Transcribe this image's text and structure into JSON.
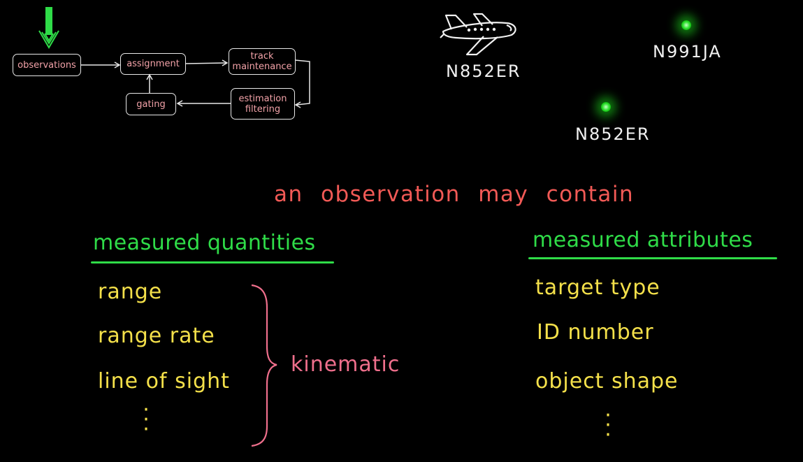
{
  "diagram": {
    "boxes": {
      "observations": "observations",
      "assignment": "assignment",
      "track_maintenance": "track\nmaintenance",
      "estimation_filtering": "estimation\nfiltering",
      "gating": "gating"
    }
  },
  "targets": {
    "aircraft_label": "N852ER",
    "dot_top_right_label": "N991JA",
    "dot_center_label": "N852ER"
  },
  "heading": "an observation may contain",
  "measured_quantities": {
    "title": "measured quantities",
    "items": [
      "range",
      "range rate",
      "line of sight"
    ],
    "brace_label": "kinematic"
  },
  "measured_attributes": {
    "title": "measured attributes",
    "items": [
      "target type",
      "ID number",
      "object shape"
    ]
  },
  "colors": {
    "background": "#000000",
    "diagram_text": "#f2a2a8",
    "heading": "#f25a56",
    "section_title": "#2fdc48",
    "list_items": "#f4e04a",
    "brace": "#ef6f8c",
    "indicator_arrow": "#2fdc48",
    "target_dot": "#37e337"
  }
}
